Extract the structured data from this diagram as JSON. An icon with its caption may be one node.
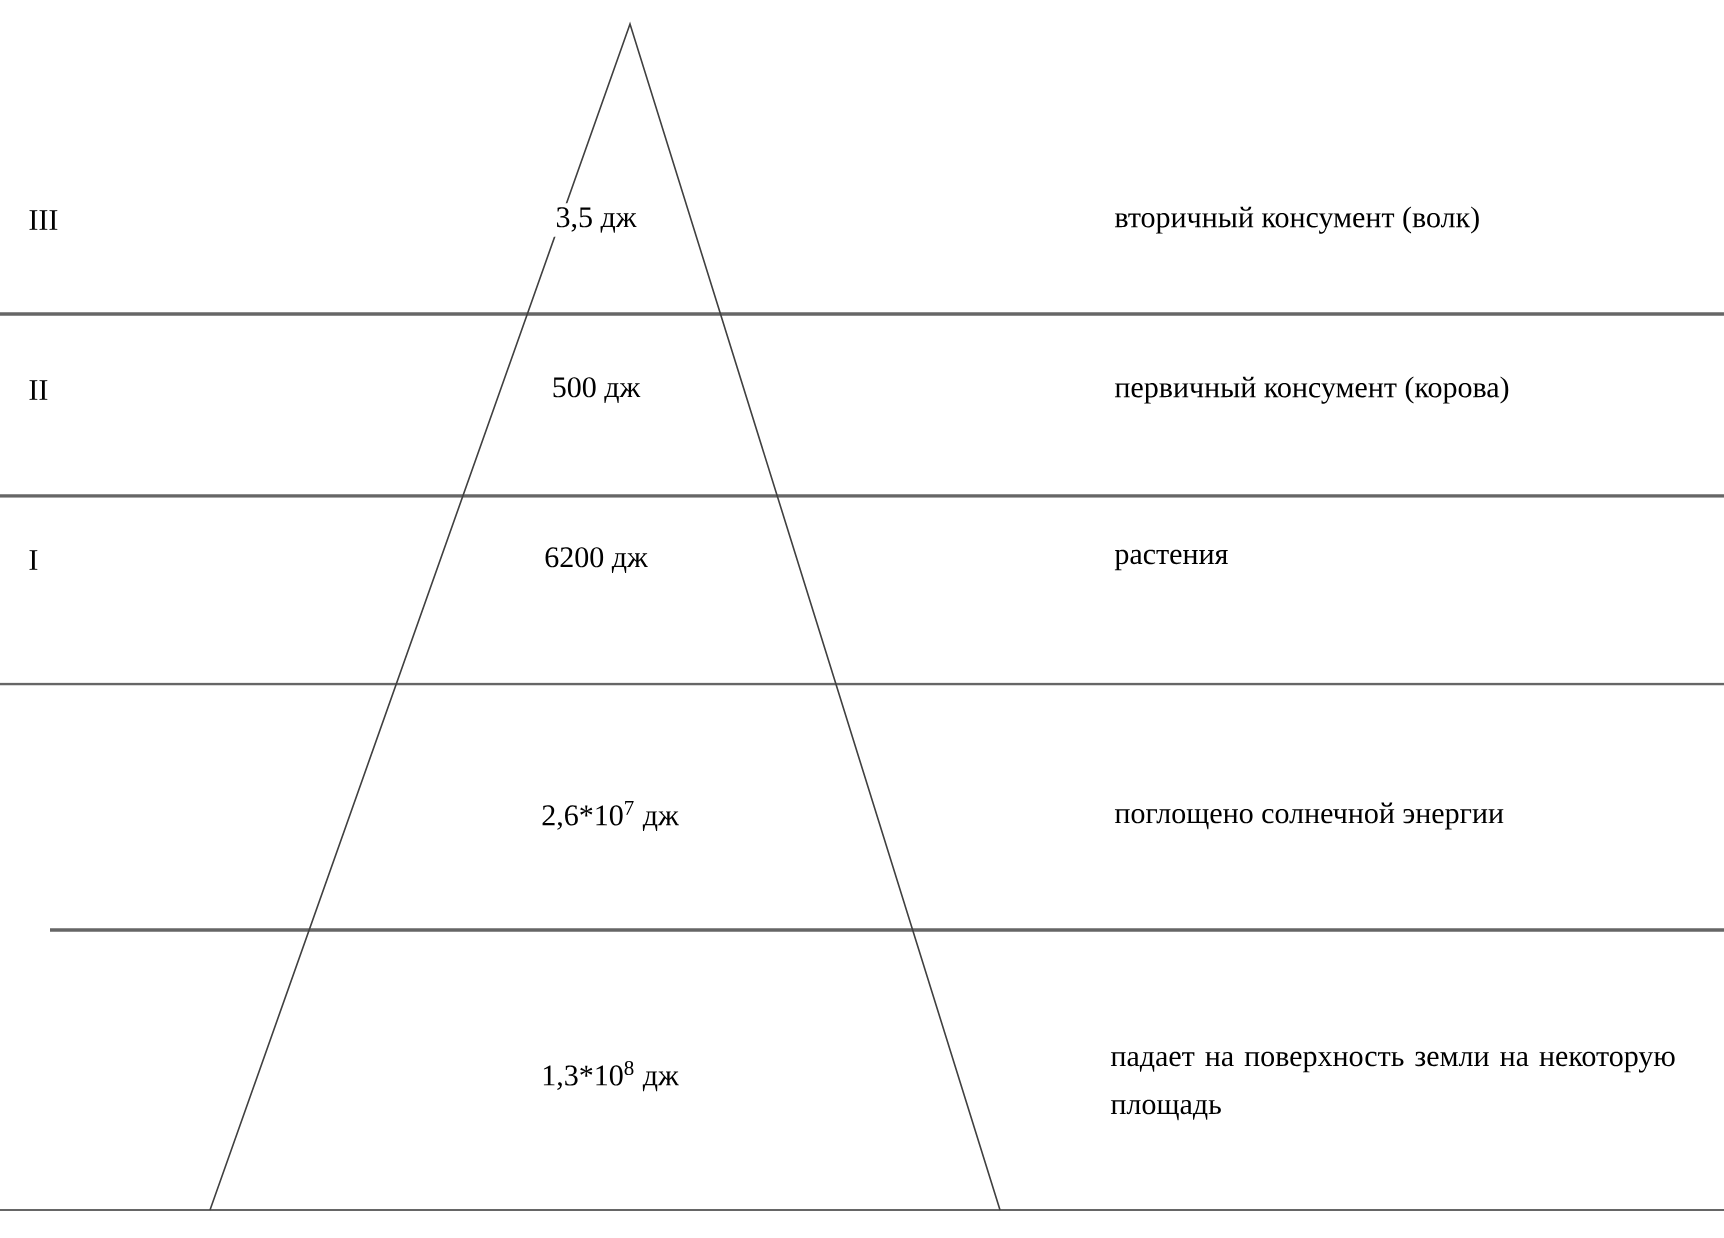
{
  "diagram": {
    "labels": [
      "III",
      "3,5 дж",
      "вторичный консумент (волк)",
      "II",
      "500 дж",
      "первичный консумент (корова)",
      "I",
      "6200 дж",
      "растения",
      "2,6*10$^{7}$ дж",
      "поглощено солнечной энергии",
      "1,3*10$^{8}$ дж",
      "падает на поверхность земли на некоторую площадь"
    ]
  }
}
